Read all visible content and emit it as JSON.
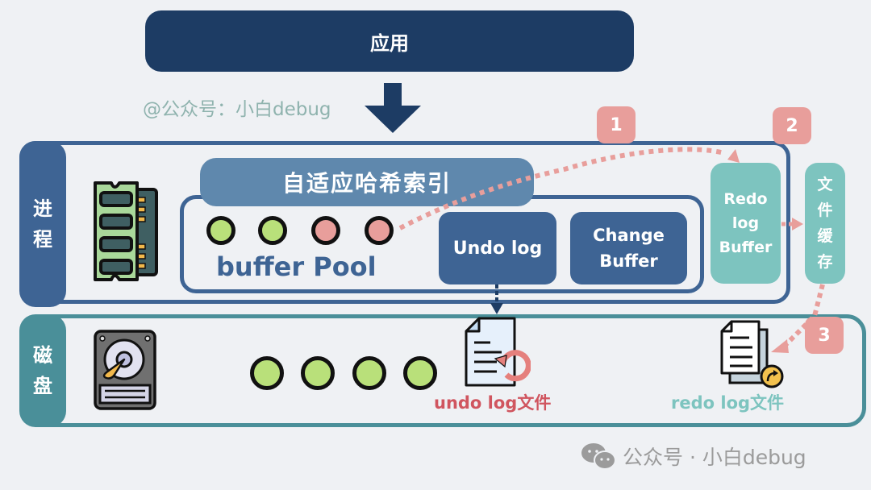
{
  "app": {
    "label": "应用"
  },
  "watermark_top": "@公众号：小白debug",
  "process": {
    "label_chars": [
      "进",
      "程"
    ]
  },
  "disk": {
    "label_chars": [
      "磁",
      "盘"
    ]
  },
  "adaptive_hash_index": {
    "label": "自适应哈希索引"
  },
  "buffer_pool": {
    "label": "buffer Pool",
    "pages": [
      {
        "state": "clean"
      },
      {
        "state": "clean"
      },
      {
        "state": "dirty"
      },
      {
        "state": "dirty"
      }
    ]
  },
  "undo_log": {
    "label": "Undo log"
  },
  "change_buffer": {
    "lines": [
      "Change",
      "Buffer"
    ]
  },
  "redo_log_buffer": {
    "lines": [
      "Redo",
      "log",
      "Buffer"
    ]
  },
  "file_cache": {
    "chars": [
      "文",
      "件",
      "缓",
      "存"
    ]
  },
  "steps": [
    {
      "label": "1",
      "from": "dirty-page",
      "to": "redo-log-buffer"
    },
    {
      "label": "2",
      "from": "redo-log-buffer",
      "to": "file-cache"
    },
    {
      "label": "3",
      "from": "file-cache",
      "to": "redo-log-file"
    }
  ],
  "disk_pages": [
    {
      "state": "clean"
    },
    {
      "state": "clean"
    },
    {
      "state": "clean"
    },
    {
      "state": "clean"
    }
  ],
  "undo_log_file": {
    "label": "undo log文件"
  },
  "redo_log_file": {
    "label": "redo log文件"
  },
  "watermark_bottom": "公众号 · 小白debug",
  "colors": {
    "app": "#1d3c64",
    "process": "#3e6494",
    "disk": "#4a8f99",
    "hash_index": "#5f88ad",
    "redo": "#7dc4bf",
    "step_badge": "#e89e9b",
    "clean_page": "#b9e07a",
    "dirty_page": "#e89e9b",
    "undo_file_text": "#d0555f"
  }
}
